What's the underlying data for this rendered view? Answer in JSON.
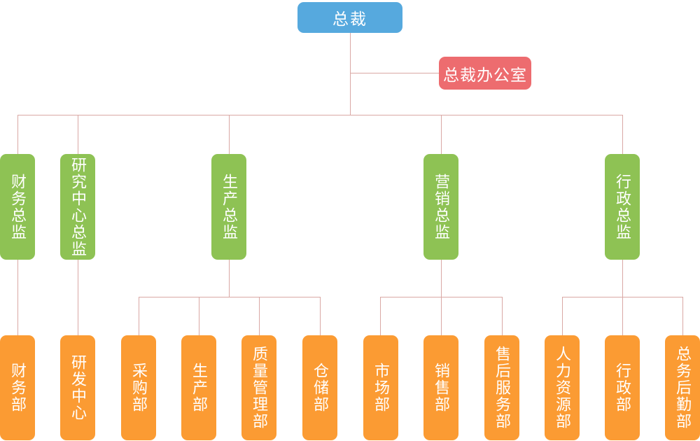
{
  "org": {
    "root": {
      "label": "总裁"
    },
    "staff": {
      "label": "总裁办公室",
      "parent": "总裁"
    },
    "directors": [
      {
        "label": "财务总监",
        "parent": "总裁"
      },
      {
        "label": "研究中心总监",
        "parent": "总裁"
      },
      {
        "label": "生产总监",
        "parent": "总裁"
      },
      {
        "label": "营销总监",
        "parent": "总裁"
      },
      {
        "label": "行政总监",
        "parent": "总裁"
      }
    ],
    "departments": [
      {
        "label": "财务部",
        "parent": "财务总监"
      },
      {
        "label": "研发中心",
        "parent": "研究中心总监"
      },
      {
        "label": "采购部",
        "parent": "生产总监"
      },
      {
        "label": "生产部",
        "parent": "生产总监"
      },
      {
        "label": "质量管理部",
        "parent": "生产总监"
      },
      {
        "label": "仓储部",
        "parent": "生产总监"
      },
      {
        "label": "市场部",
        "parent": "营销总监"
      },
      {
        "label": "销售部",
        "parent": "营销总监"
      },
      {
        "label": "售后服务部",
        "parent": "营销总监"
      },
      {
        "label": "人力资源部",
        "parent": "行政总监"
      },
      {
        "label": "行政部",
        "parent": "行政总监"
      },
      {
        "label": "总务后勤部",
        "parent": "行政总监"
      }
    ]
  },
  "colors": {
    "root": "#56a9de",
    "staff": "#ed6c6f",
    "director": "#8ec254",
    "department": "#fb9b33",
    "connector": "#d9a8a4",
    "text": "#ffffff"
  }
}
